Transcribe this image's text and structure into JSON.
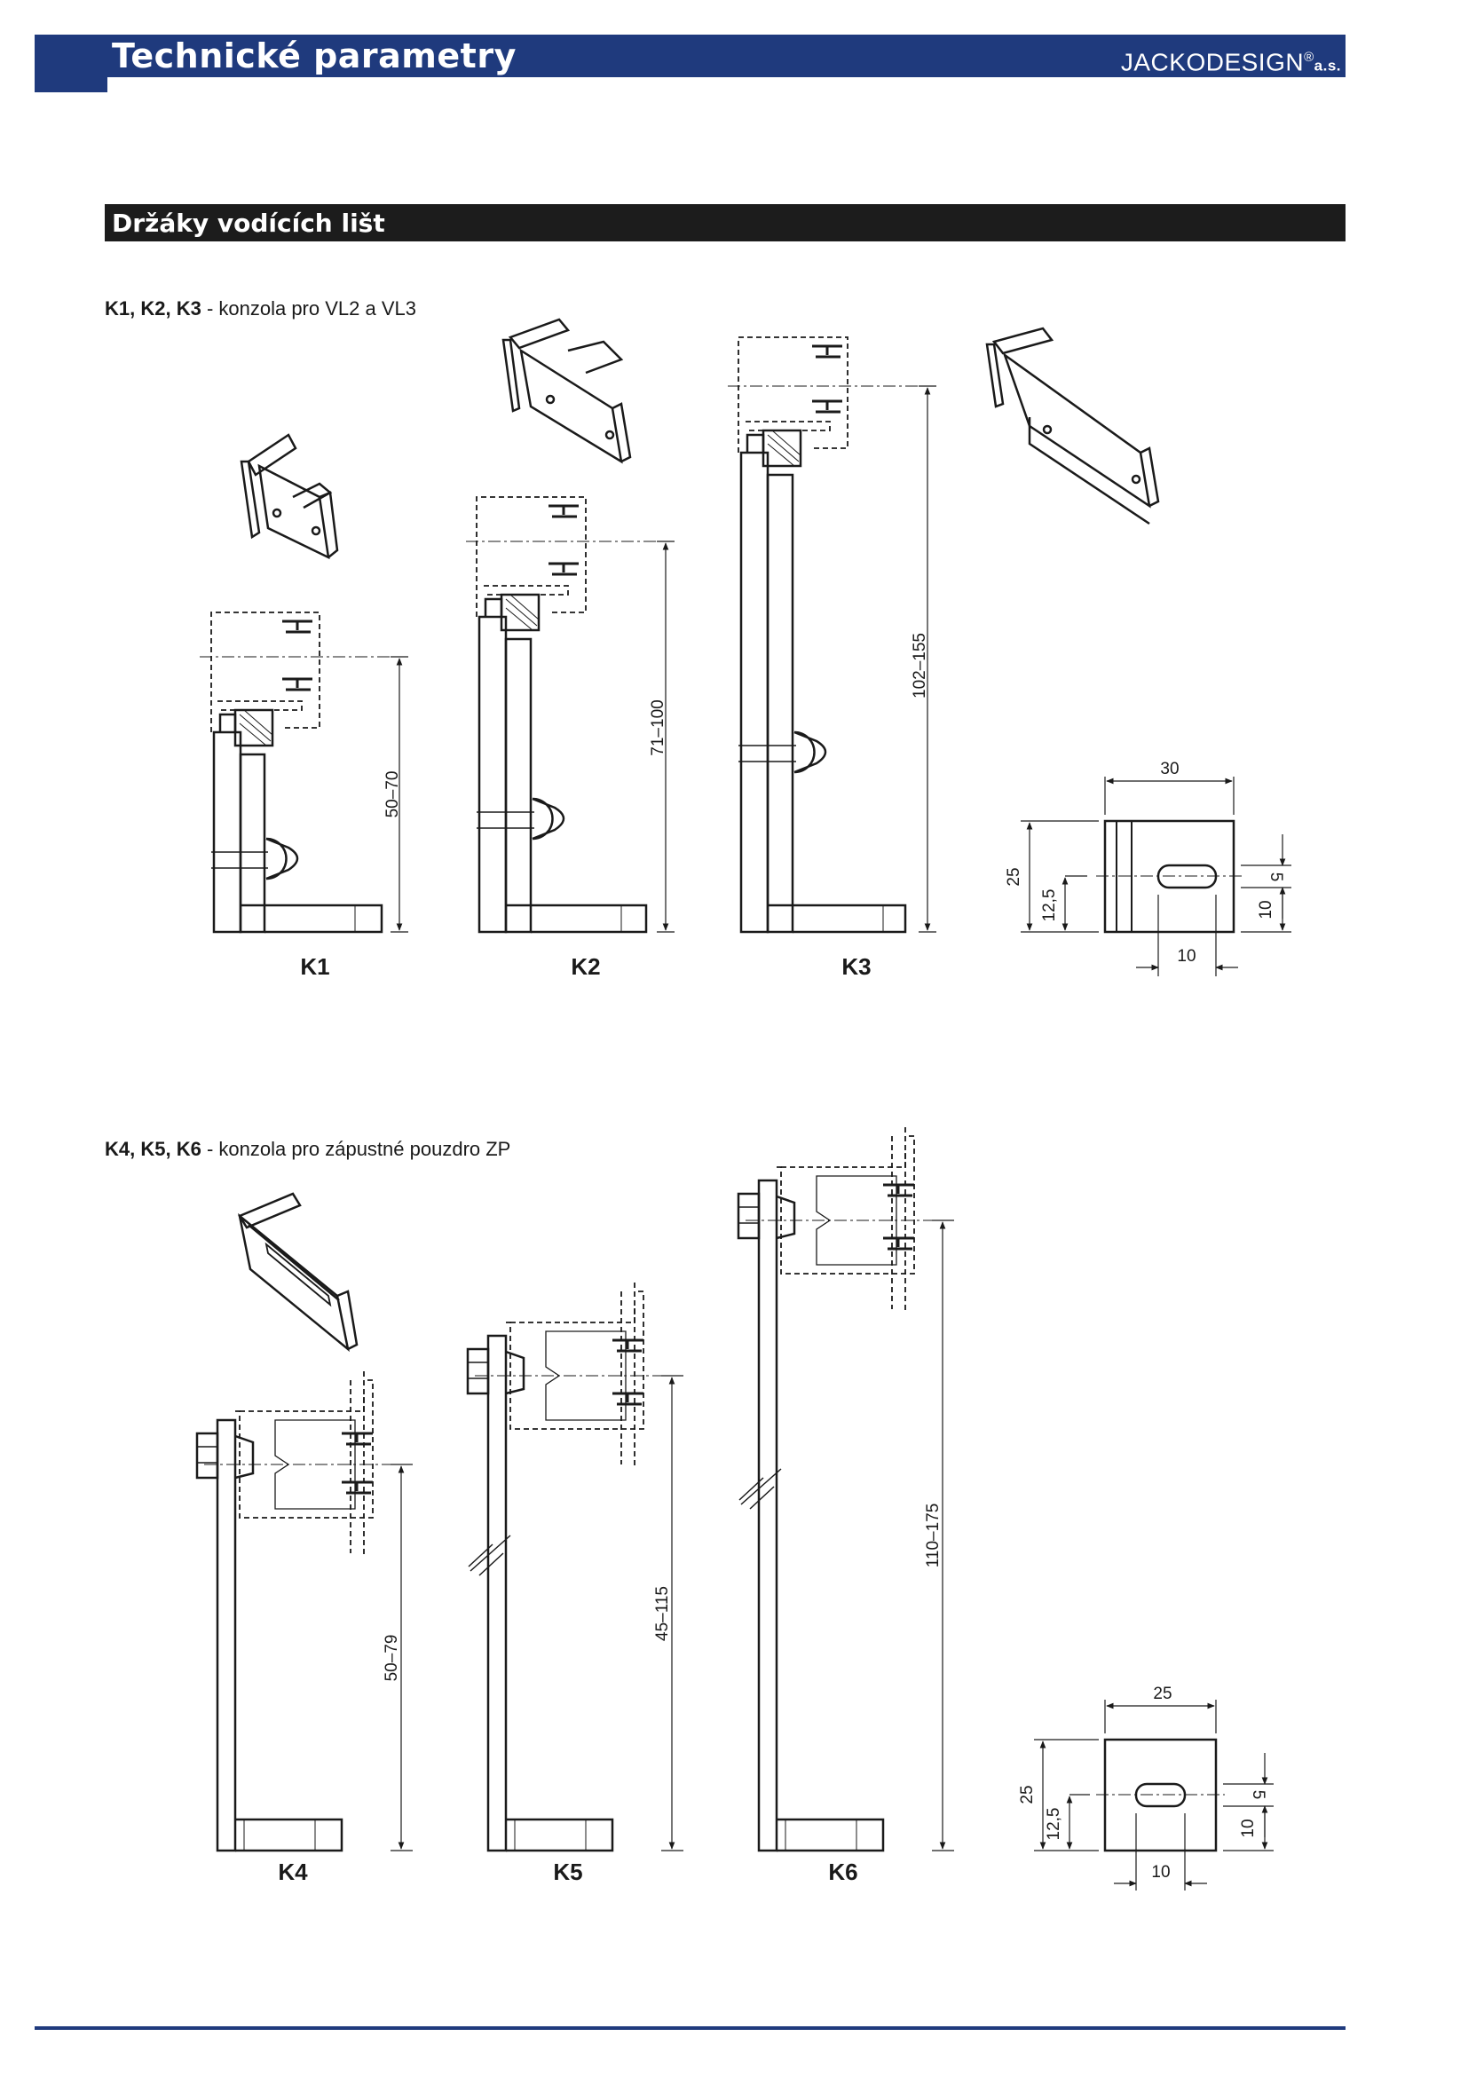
{
  "header": {
    "title": "Technické parametry",
    "brand": "JACKODESIGN",
    "brand_mark": "®",
    "brand_suffix": "a.s."
  },
  "section": {
    "title": "Držáky vodících lišt"
  },
  "group1": {
    "codes": "K1, K2, K3",
    "description": " - konzola pro VL2 a VL3",
    "items": [
      {
        "label": "K1",
        "dimension": "50–70"
      },
      {
        "label": "K2",
        "dimension": "71–100"
      },
      {
        "label": "K3",
        "dimension": "102–155"
      }
    ],
    "plate": {
      "width": "30",
      "height": "25",
      "hole_offset": "12,5",
      "slot_height": "5",
      "bottom": "10",
      "slot_offset": "10"
    }
  },
  "group2": {
    "codes": "K4, K5, K6",
    "description": " - konzola pro zápustné pouzdro ZP",
    "items": [
      {
        "label": "K4",
        "dimension": "50–79"
      },
      {
        "label": "K5",
        "dimension": "45–115"
      },
      {
        "label": "K6",
        "dimension": "110–175"
      }
    ],
    "plate": {
      "width": "25",
      "height": "25",
      "hole_offset": "12,5",
      "slot_height": "5",
      "bottom": "10",
      "slot_offset": "10"
    }
  },
  "colors": {
    "header_blue": "#1f3a7d",
    "section_black": "#1c1c1c",
    "line": "#1a1a1a"
  }
}
